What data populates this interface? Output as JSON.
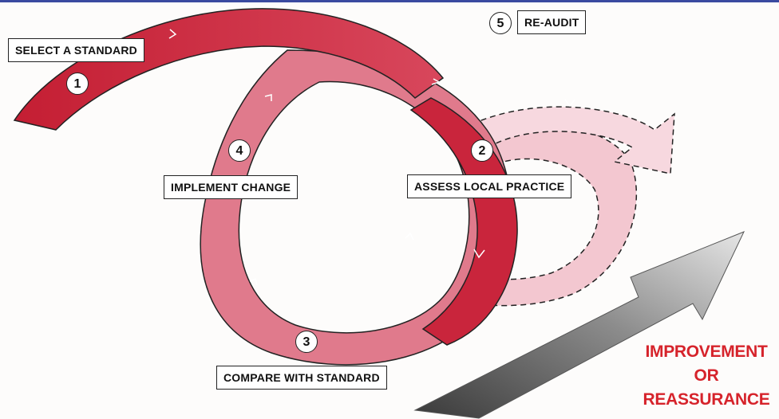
{
  "steps": [
    {
      "number": "1",
      "label": "SELECT A STANDARD"
    },
    {
      "number": "2",
      "label": "ASSESS LOCAL PRACTICE"
    },
    {
      "number": "3",
      "label": "COMPARE WITH STANDARD"
    },
    {
      "number": "4",
      "label": "IMPLEMENT CHANGE"
    },
    {
      "number": "5",
      "label": "RE-AUDIT"
    }
  ],
  "outcome": {
    "line1": "IMPROVEMENT",
    "line2": "OR REASSURANCE"
  },
  "colors": {
    "loop_dark": "#d0253a",
    "loop_mid": "#e07a8c",
    "loop_light": "#f4c1cc",
    "outcome_text": "#d6232b",
    "arrow_gray": "#8a8a8a"
  }
}
